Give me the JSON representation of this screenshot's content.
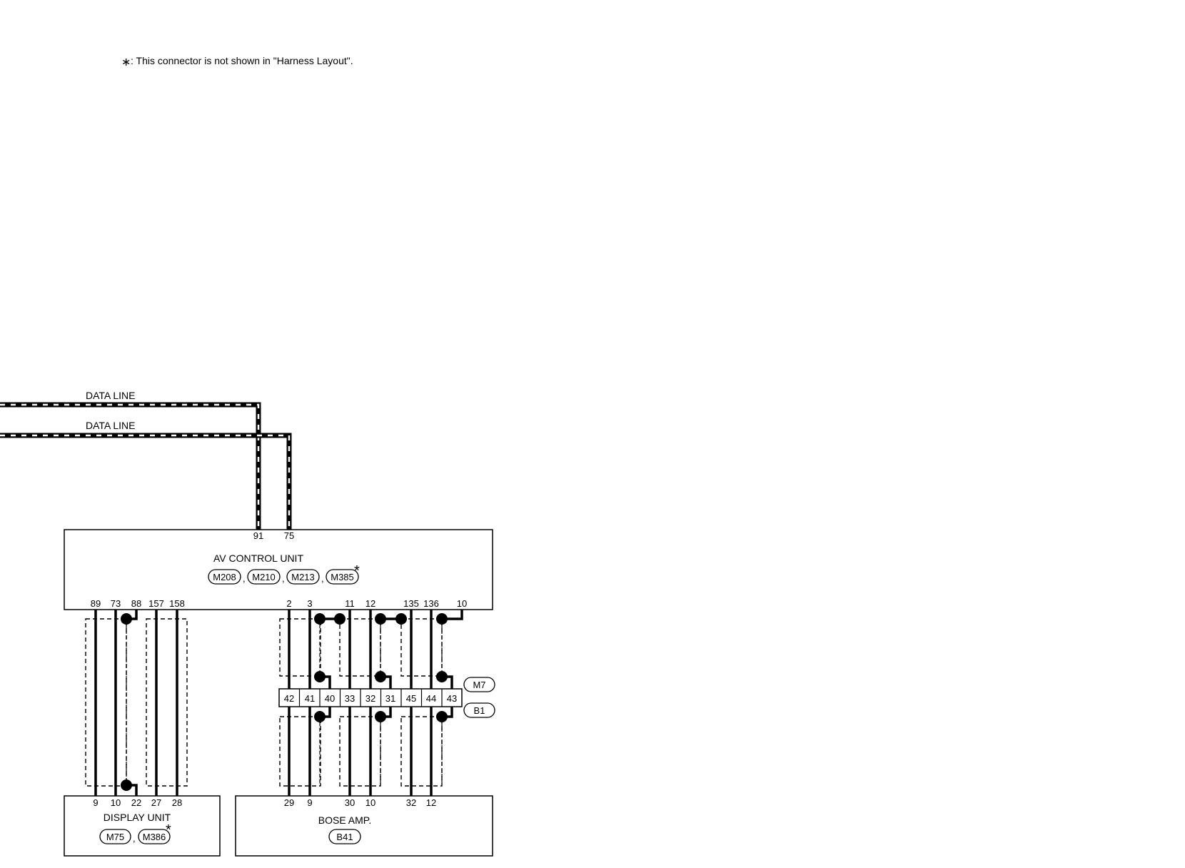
{
  "note": {
    "star": "∗",
    "text": ": This connector is not shown in \"Harness Layout\"."
  },
  "data_lines": [
    "DATA LINE",
    "DATA LINE"
  ],
  "av_unit": {
    "name": "AV CONTROL UNIT",
    "connectors": [
      "M208",
      "M210",
      "M213",
      "M385"
    ],
    "star_marker": "*",
    "top_pins": [
      "91",
      "75"
    ],
    "bottom_pins": [
      "89",
      "73",
      "88",
      "157",
      "158",
      "2",
      "3",
      "11",
      "12",
      "135",
      "136",
      "10"
    ]
  },
  "display_unit": {
    "name": "DISPLAY UNIT",
    "connectors": [
      "M75",
      "M386"
    ],
    "star_marker": "*",
    "pins": [
      "9",
      "10",
      "22",
      "27",
      "28"
    ]
  },
  "bose_amp": {
    "name": "BOSE AMP.",
    "connectors": [
      "B41"
    ],
    "pins": [
      "29",
      "9",
      "30",
      "10",
      "32",
      "12"
    ]
  },
  "joint_connector": {
    "cells": [
      "42",
      "41",
      "40",
      "33",
      "32",
      "31",
      "45",
      "44",
      "43"
    ],
    "upper_connector": "M7",
    "lower_connector": "B1"
  },
  "colors": {
    "ink": "#000000",
    "paper": "#ffffff"
  }
}
